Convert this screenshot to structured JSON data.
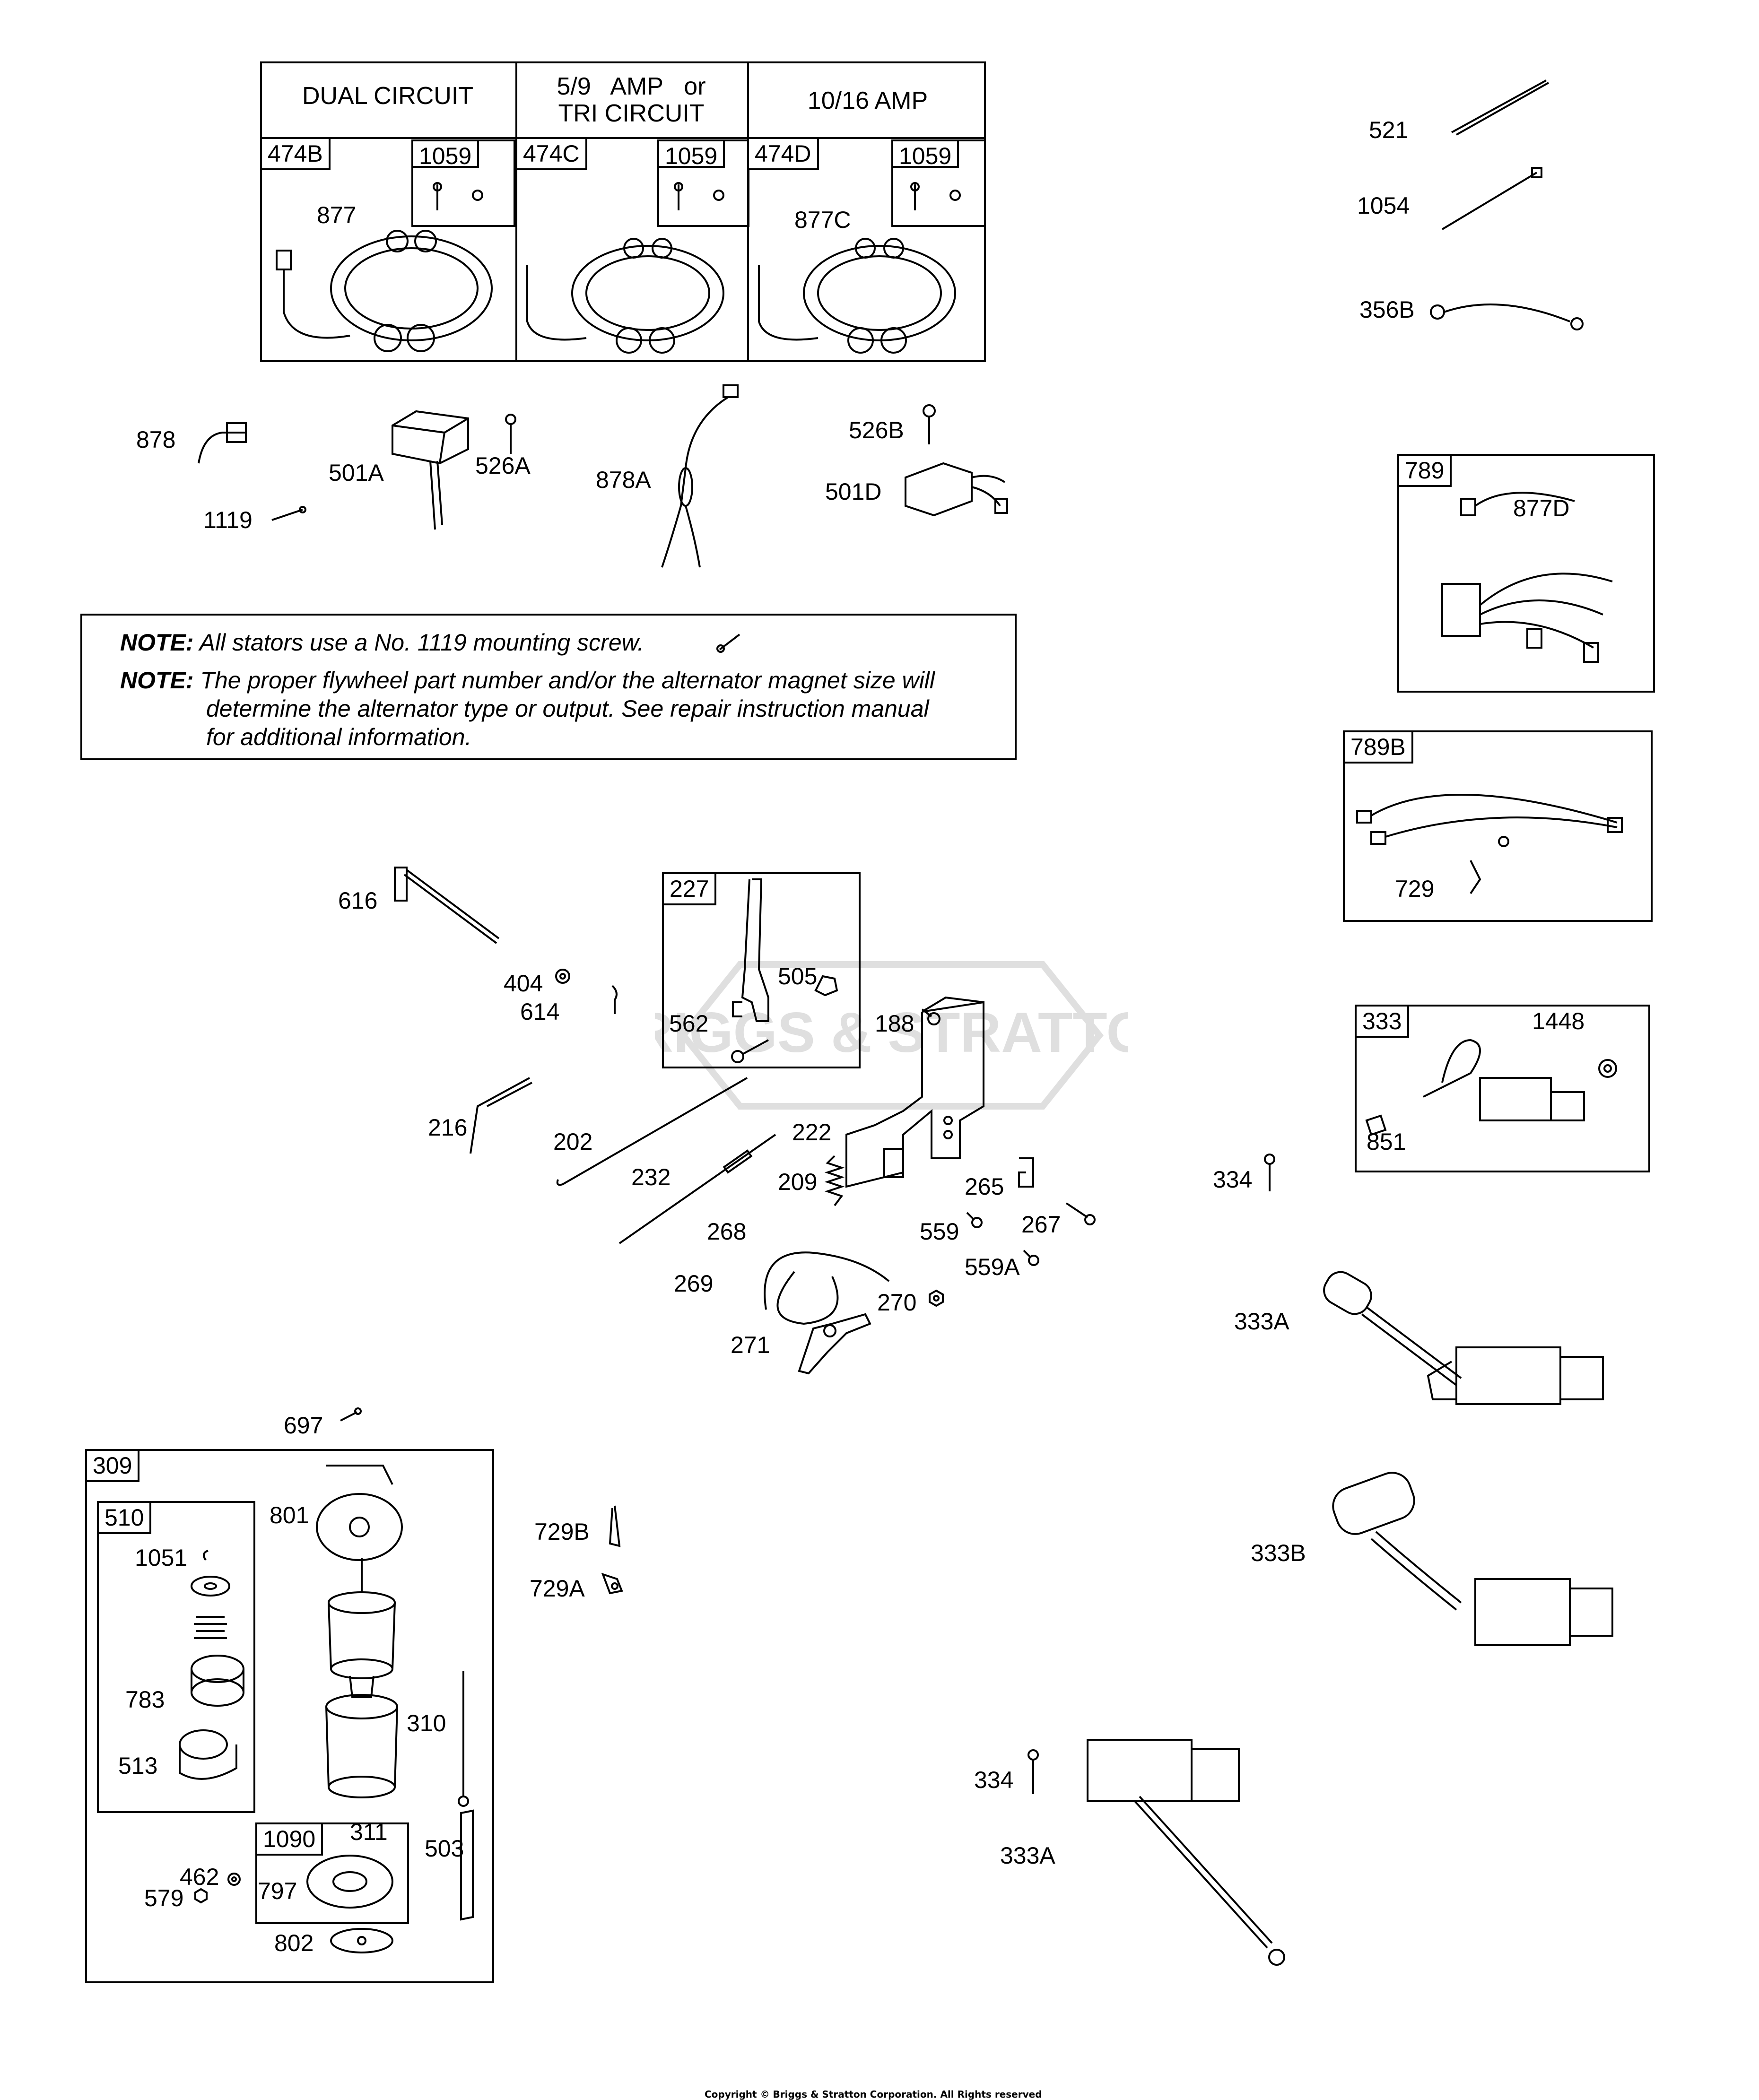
{
  "alternator_table": {
    "columns": [
      {
        "header": "DUAL CIRCUIT",
        "stator": "474B",
        "hardware_kit": "1059",
        "lead": "877"
      },
      {
        "header": "5/9  AMP  or\nTRI CIRCUIT",
        "stator": "474C",
        "hardware_kit": "1059",
        "lead": ""
      },
      {
        "header": "10/16 AMP",
        "stator": "474D",
        "hardware_kit": "1059",
        "lead": "877C"
      }
    ]
  },
  "notes": [
    {
      "prefix": "NOTE:",
      "text": "All stators use a No. 1119 mounting screw."
    },
    {
      "prefix": "NOTE:",
      "lines": [
        "The proper flywheel part number and/or the alternator magnet size will",
        "determine the alternator type or output. See repair instruction manual",
        "for additional information."
      ]
    }
  ],
  "labels": {
    "l878": "878",
    "l1119": "1119",
    "l501A": "501A",
    "l526A": "526A",
    "l878A": "878A",
    "l526B": "526B",
    "l501D": "501D",
    "l521": "521",
    "l1054": "1054",
    "l356B": "356B",
    "l877D": "877D",
    "l729": "729",
    "l1448": "1448",
    "l851": "851",
    "l334a": "334",
    "l333Aa": "333A",
    "l333B": "333B",
    "l334b": "334",
    "l333Ab": "333A",
    "l616": "616",
    "l404": "404",
    "l614": "614",
    "l505": "505",
    "l562": "562",
    "l188": "188",
    "l216": "216",
    "l202": "202",
    "l222": "222",
    "l232": "232",
    "l209": "209",
    "l265": "265",
    "l559": "559",
    "l267": "267",
    "l268": "268",
    "l559A": "559A",
    "l269": "269",
    "l270": "270",
    "l271": "271",
    "l697": "697",
    "l801": "801",
    "l1051": "1051",
    "l783": "783",
    "l513": "513",
    "l310": "310",
    "l311": "311",
    "l503": "503",
    "l462": "462",
    "l797": "797",
    "l579": "579",
    "l802": "802",
    "l729B": "729B",
    "l729A": "729A"
  },
  "boxes": {
    "b789": "789",
    "b789B": "789B",
    "b333": "333",
    "b227": "227",
    "b309": "309",
    "b510": "510",
    "b1090": "1090"
  },
  "watermark": "BRIGGS & STRATTON",
  "copyright": "Copyright © Briggs & Stratton Corporation. All Rights reserved"
}
